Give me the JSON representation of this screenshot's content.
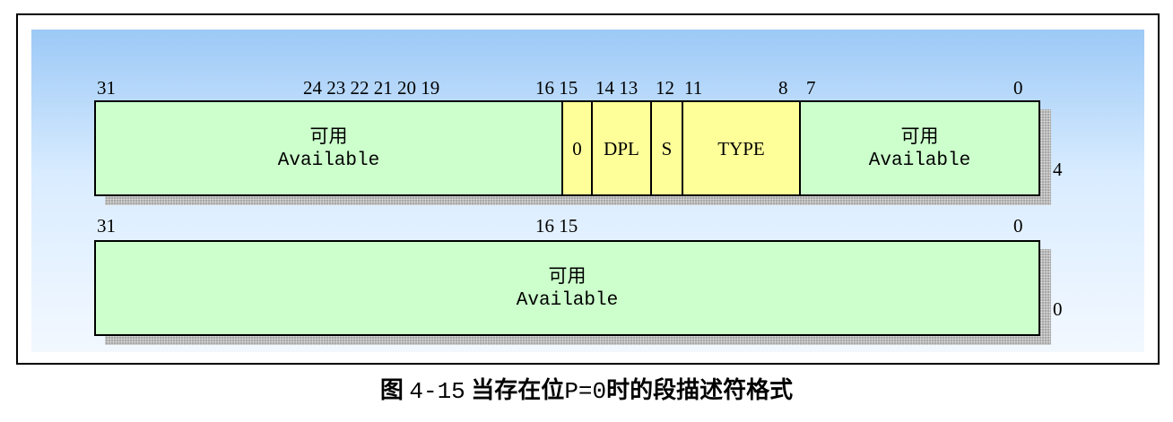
{
  "upper_word": {
    "bit_labels": [
      "31",
      "24 23 22 21 20 19",
      "16 15",
      "14 13",
      "12",
      "11",
      "8",
      "7",
      "0"
    ],
    "fields": {
      "available_high": {
        "zh": "可用",
        "en": "Available"
      },
      "zero": "0",
      "dpl": "DPL",
      "s": "S",
      "type": "TYPE",
      "available_low": {
        "zh": "可用",
        "en": "Available"
      }
    },
    "byte_offset": "4"
  },
  "lower_word": {
    "bit_labels": [
      "31",
      "16 15",
      "0"
    ],
    "field": {
      "zh": "可用",
      "en": "Available"
    },
    "byte_offset": "0"
  },
  "caption": {
    "prefix": "图",
    "number": "4-15",
    "text1": "当存在位",
    "flag": "P=0",
    "text2": "时的段描述符格式"
  },
  "colors": {
    "available_field": "#ccffcc",
    "flag_field": "#ffff99",
    "panel_top": "#9cc9f6",
    "panel_bottom": "#f3f8ff"
  }
}
